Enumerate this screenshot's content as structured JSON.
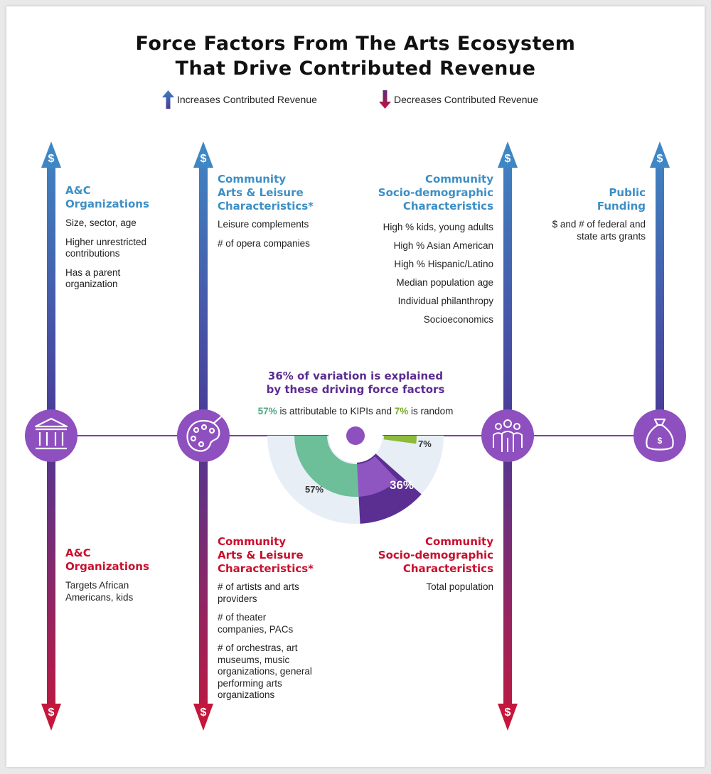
{
  "title": {
    "line1": "Force Factors From The Arts Ecosystem",
    "line2": "That Drive Contributed Revenue"
  },
  "legend": {
    "increases": "Increases Contributed Revenue",
    "decreases": "Decreases Contributed Revenue",
    "increase_color": "#3d7fc0",
    "decrease_color": "#b01e4c"
  },
  "dollar_symbol": "$",
  "columns": {
    "ac_organizations": {
      "top_heading": [
        "A&C",
        "Organizations"
      ],
      "top_items": [
        "Size, sector, age",
        "Higher unrestricted contributions",
        "Has a parent organization"
      ],
      "bottom_heading": [
        "A&C",
        "Organizations"
      ],
      "bottom_items": [
        "Targets African Americans, kids"
      ],
      "icon": "building-columns-icon"
    },
    "community_arts": {
      "top_heading": [
        "Community",
        "Arts & Leisure",
        "Characteristics*"
      ],
      "top_items": [
        "Leisure complements",
        "# of opera companies"
      ],
      "bottom_heading": [
        "Community",
        "Arts & Leisure",
        "Characteristics*"
      ],
      "bottom_items": [
        "# of artists and arts providers",
        "# of theater companies, PACs",
        "# of orchestras, art museums, music organizations, general performing arts organizations"
      ],
      "icon": "palette-icon"
    },
    "community_socio": {
      "top_heading": [
        "Community",
        "Socio-demographic",
        "Characteristics"
      ],
      "top_items": [
        "High % kids, young adults",
        "High % Asian American",
        "High % Hispanic/Latino",
        "Median population age",
        "Individual philanthropy",
        "Socioeconomics"
      ],
      "bottom_heading": [
        "Community",
        "Socio-demographic",
        "Characteristics"
      ],
      "bottom_items": [
        "Total population"
      ],
      "icon": "people-group-icon"
    },
    "public_funding": {
      "top_heading": [
        "Public",
        "Funding"
      ],
      "top_items": [
        "$ and # of federal and state arts grants"
      ],
      "icon": "money-bag-icon"
    }
  },
  "center": {
    "headline": [
      "36% of variation is explained",
      "by these driving force factors"
    ],
    "sub_pct_kipis": "57%",
    "sub_text_kipis": " is attributable to KIPIs and ",
    "sub_pct_random": "7%",
    "sub_text_random": " is random"
  },
  "chart_data": {
    "type": "pie",
    "slices": [
      {
        "label": "57%",
        "value": 57,
        "color": "#6cbf99"
      },
      {
        "label": "36%",
        "value": 36,
        "color": "#5b2f92"
      },
      {
        "label": "7%",
        "value": 7,
        "color": "#8cba3a"
      }
    ]
  }
}
